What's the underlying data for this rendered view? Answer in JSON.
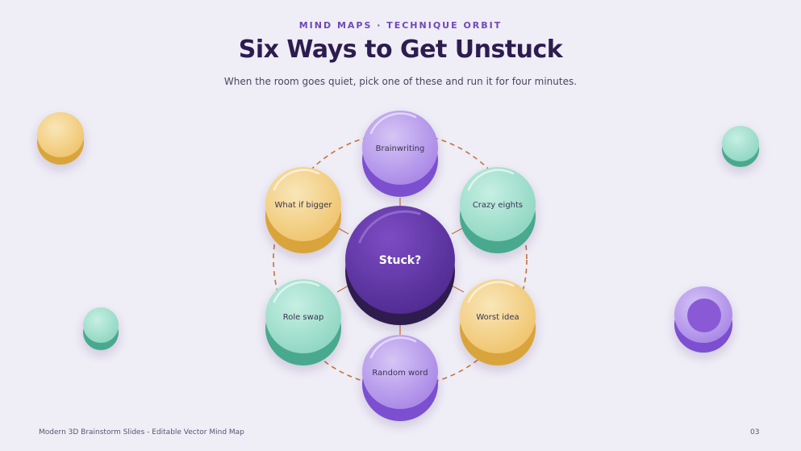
{
  "eyebrow": "MIND MAPS · TECHNIQUE ORBIT",
  "title": "Six Ways to Get Unstuck",
  "subtitle": "When the room goes quiet, pick one of these and run it for four minutes.",
  "center": {
    "label": "Stuck?",
    "color": "purple"
  },
  "nodes": [
    {
      "label": "Brainwriting",
      "color": "lavender"
    },
    {
      "label": "Crazy eights",
      "color": "mint"
    },
    {
      "label": "Worst idea",
      "color": "gold"
    },
    {
      "label": "Random word",
      "color": "lavender"
    },
    {
      "label": "Role swap",
      "color": "mint"
    },
    {
      "label": "What if bigger",
      "color": "gold"
    }
  ],
  "colors": {
    "accent": "#7048b8",
    "title": "#2d1c4f",
    "connector": "#c8703a",
    "lavender_top": "#c2a8f0",
    "lavender_side": "#7b4fd0",
    "mint_top": "#a9e3d2",
    "mint_side": "#4aa98e",
    "gold_top": "#f5d694",
    "gold_side": "#d9a43a",
    "purple_top": "#6a3eb0",
    "purple_side": "#2e1a50"
  },
  "footer": {
    "left": "Modern 3D Brainstorm Slides - Editable Vector Mind Map",
    "page": "03"
  }
}
